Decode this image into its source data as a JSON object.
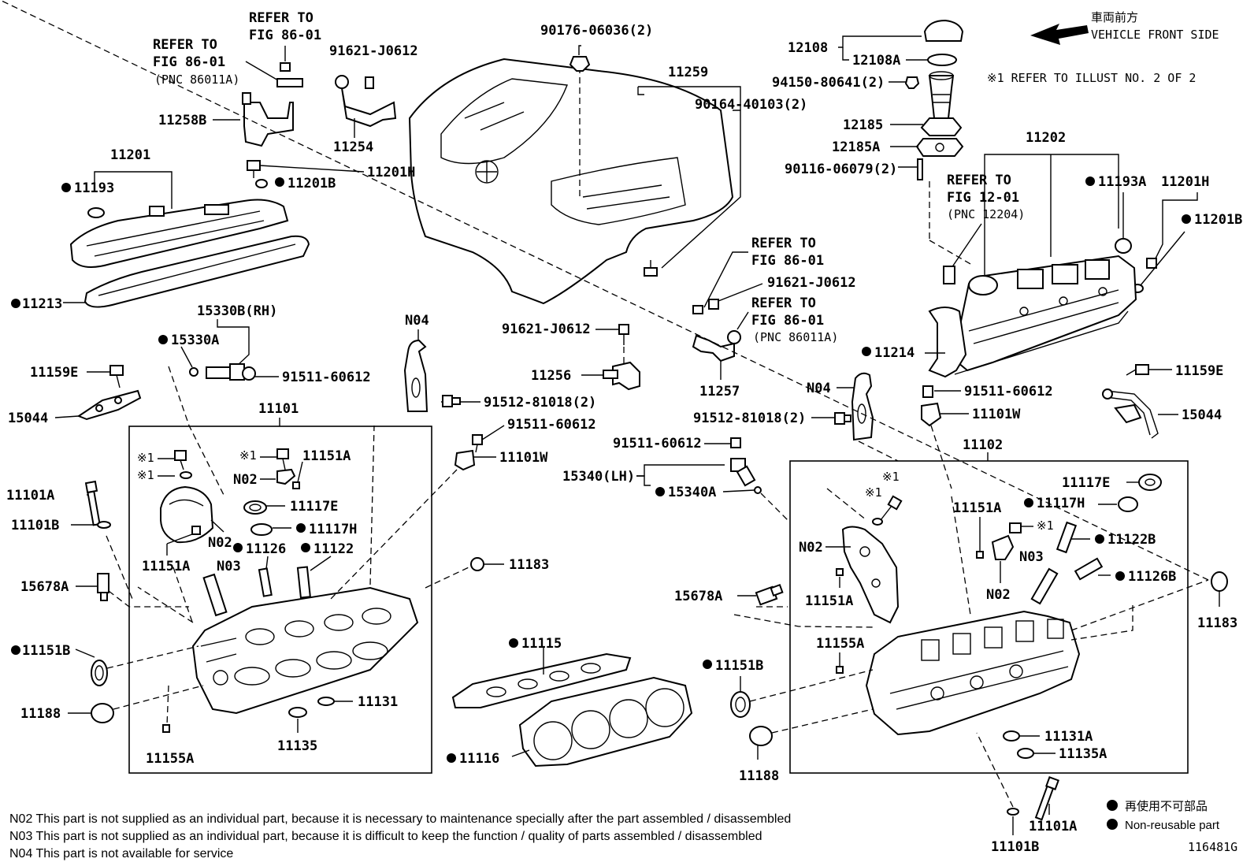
{
  "header": {
    "front_jp": "車両前方",
    "front_en": "VEHICLE FRONT SIDE",
    "refer_note": "※1 REFER TO ILLUST NO. 2 OF 2"
  },
  "callouts": {
    "refer_to": "REFER TO",
    "fig_86_01": "FIG 86-01",
    "pnc_86011a": "(PNC 86011A)",
    "fig_12_01": "FIG 12-01",
    "pnc_12204": "(PNC 12204)",
    "c91621_j0612": "91621-J0612",
    "c90176": "90176-06036(2)",
    "c11259": "11259",
    "c90164": "90164-40103(2)",
    "c12108": "12108",
    "c12108a": "12108A",
    "c94150": "94150-80641(2)",
    "c12185": "12185",
    "c12185a": "12185A",
    "c90116": "90116-06079(2)",
    "c11202": "11202",
    "c11193a": "11193A",
    "c11201h": "11201H",
    "c11201b": "11201B",
    "c11258b": "11258B",
    "c11254": "11254",
    "c11201": "11201",
    "c11193": "11193",
    "c11213": "11213",
    "c15330b": "15330B(RH)",
    "c15330a": "15330A",
    "c91511": "91511-60612",
    "c11159e": "11159E",
    "c15044": "15044",
    "c11101": "11101",
    "c91512": "91512-81018(2)",
    "c11101w": "11101W",
    "c11256": "11256",
    "c11257": "11257",
    "c11214": "11214",
    "c15340": "15340(LH)",
    "c15340a": "15340A",
    "c11102": "11102",
    "c11101a": "11101A",
    "c11101b": "11101B",
    "c11151a": "11151A",
    "c11117e": "11117E",
    "c11117h": "11117H",
    "c11126": "11126",
    "c11122": "11122",
    "c11122b": "11122B",
    "c11126b": "11126B",
    "c15678a": "15678A",
    "c11151b": "11151B",
    "c11188": "11188",
    "c11155a": "11155A",
    "c11135": "11135",
    "c11131": "11131",
    "c11131a": "11131A",
    "c11135a": "11135A",
    "c11183": "11183",
    "c11115": "11115",
    "c11116": "11116",
    "n02": "N02",
    "n03": "N03",
    "n04": "N04",
    "star1": "※1"
  },
  "footer": {
    "note_n02": "N02  This part is not supplied as an individual part, because it is necessary to maintenance specially after the part assembled / disassembled",
    "note_n03": "N03  This part is not supplied as an individual part, because it is difficult to keep the function / quality of parts  assembled / disassembled",
    "note_n04": "N04  This part is not available for service",
    "legend_jp": "再使用不可部品",
    "legend_en": "Non-reusable part",
    "illustration_id": "116481G"
  }
}
